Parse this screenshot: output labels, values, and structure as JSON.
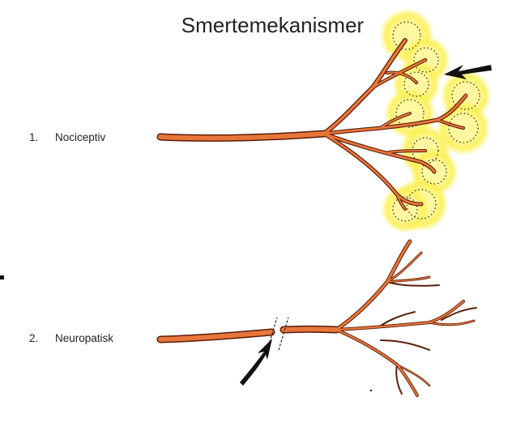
{
  "title": "Smertemekanismer",
  "items": [
    {
      "number": "1.",
      "label": "Nociceptiv"
    },
    {
      "number": "2.",
      "label": "Neuropatisk"
    }
  ],
  "colors": {
    "nerve_fill": "#e8763a",
    "nerve_stroke": "#5a1e0a",
    "glow": "#fbf055",
    "arrow": "#111111"
  }
}
